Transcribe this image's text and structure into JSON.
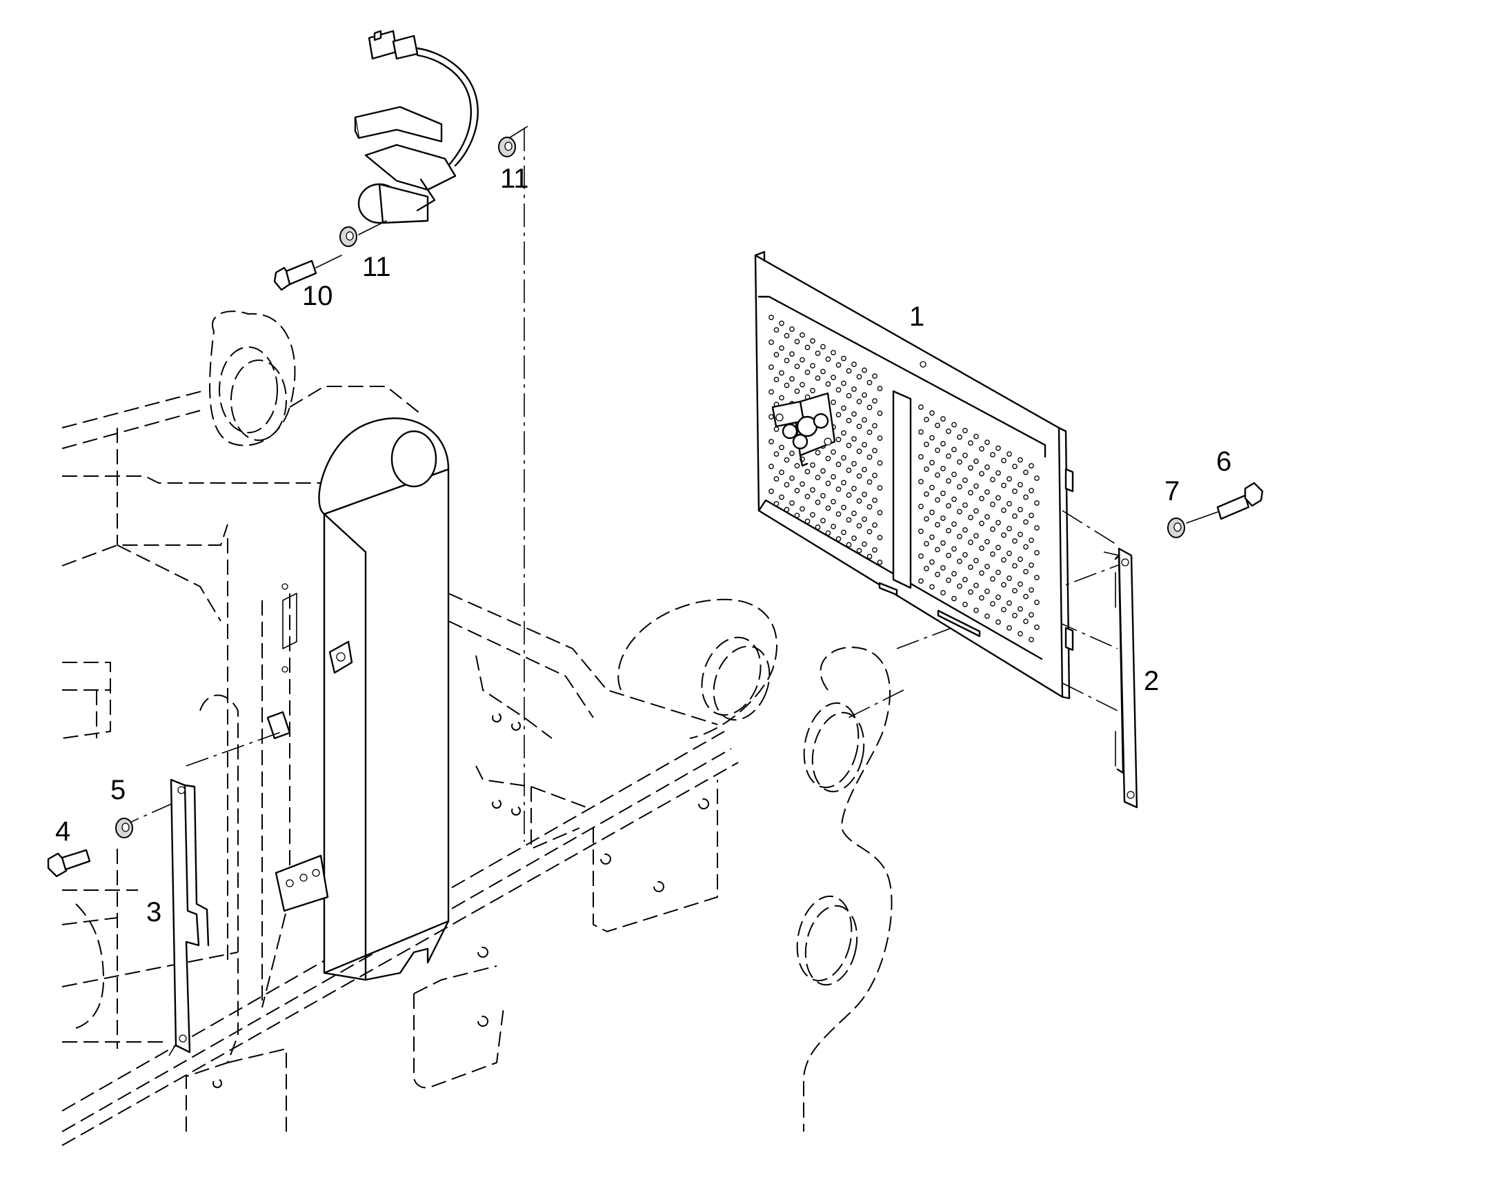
{
  "diagram": {
    "callouts": {
      "c1": "1",
      "c2": "2",
      "c3": "3",
      "c4": "4",
      "c5": "5",
      "c6": "6",
      "c7": "7",
      "c10": "10",
      "c11_top": "11",
      "c11_mid": "11"
    }
  }
}
